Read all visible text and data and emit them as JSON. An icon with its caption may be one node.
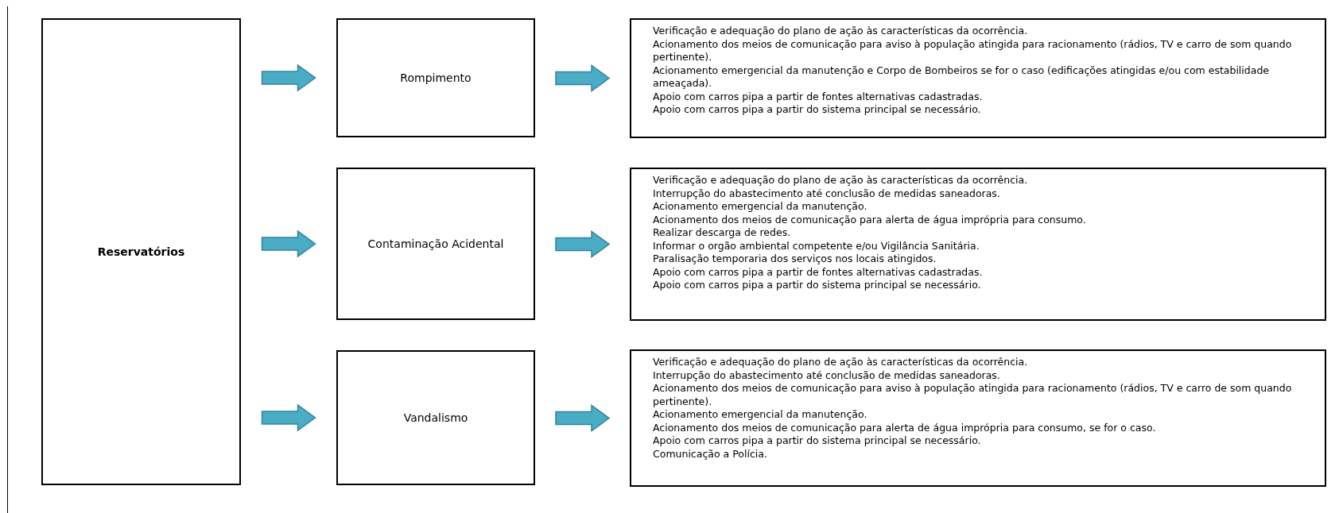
{
  "diagram": {
    "nodes": [
      {
        "text": [
          "Reservatórios"
        ]
      },
      {
        "text": [
          "Rompimento"
        ]
      },
      {
        "text": [
          "Verificação e adequação do plano de ação às características da ocorrência.",
          "Acionamento dos meios de comunicação para aviso à população atingida para racionamento (rádios, TV e carro de som quando pertinente).",
          "Acionamento emergencial da manutenção e Corpo de Bombeiros se for o caso (edificações atingidas e/ou com estabilidade ameaçada).",
          "Apoio com carros pipa a partir de fontes alternativas cadastradas.",
          "Apoio com carros pipa a partir do sistema principal se necessário."
        ]
      },
      {
        "text": [
          "Contaminação Acidental"
        ]
      },
      {
        "text": [
          "Verificação e adequação do plano de ação às características da ocorrência.",
          "Interrupção do abastecimento até conclusão de medidas saneadoras.",
          "Acionamento emergencial da manutenção.",
          "Acionamento dos meios de comunicação para alerta de água imprópria para consumo.",
          "Realizar descarga de redes.",
          "Informar o orgão ambiental competente e/ou Vigilância Sanitária.",
          "Paralisação temporaria dos serviços nos locais atingidos.",
          "Apoio com carros pipa a partir de fontes alternativas cadastradas.",
          "Apoio com carros pipa a partir do sistema principal se necessário."
        ]
      },
      {
        "text": [
          "Vandalismo"
        ]
      },
      {
        "text": [
          "Verificação e adequação do plano de ação às características da ocorrência.",
          "Interrupção do abastecimento até conclusão de medidas saneadoras.",
          "Acionamento dos meios de comunicação para aviso à população atingida para racionamento (rádios, TV e carro de som quando pertinente).",
          "Acionamento emergencial da manutenção.",
          "Acionamento dos meios de comunicação para alerta de água imprópria para consumo, se for o caso.",
          "Apoio com carros pipa a partir do sistema principal se necessário.",
          "Comunicação a Polícia."
        ]
      }
    ],
    "edges": [
      {
        "from": 0,
        "to": 1,
        "arrow": "to"
      },
      {
        "from": 0,
        "to": 3,
        "arrow": "to"
      },
      {
        "from": 0,
        "to": 5,
        "arrow": "to"
      },
      {
        "from": 1,
        "to": 2,
        "arrow": "to"
      },
      {
        "from": 3,
        "to": 4,
        "arrow": "to"
      },
      {
        "from": 5,
        "to": 6,
        "arrow": "to"
      }
    ]
  }
}
